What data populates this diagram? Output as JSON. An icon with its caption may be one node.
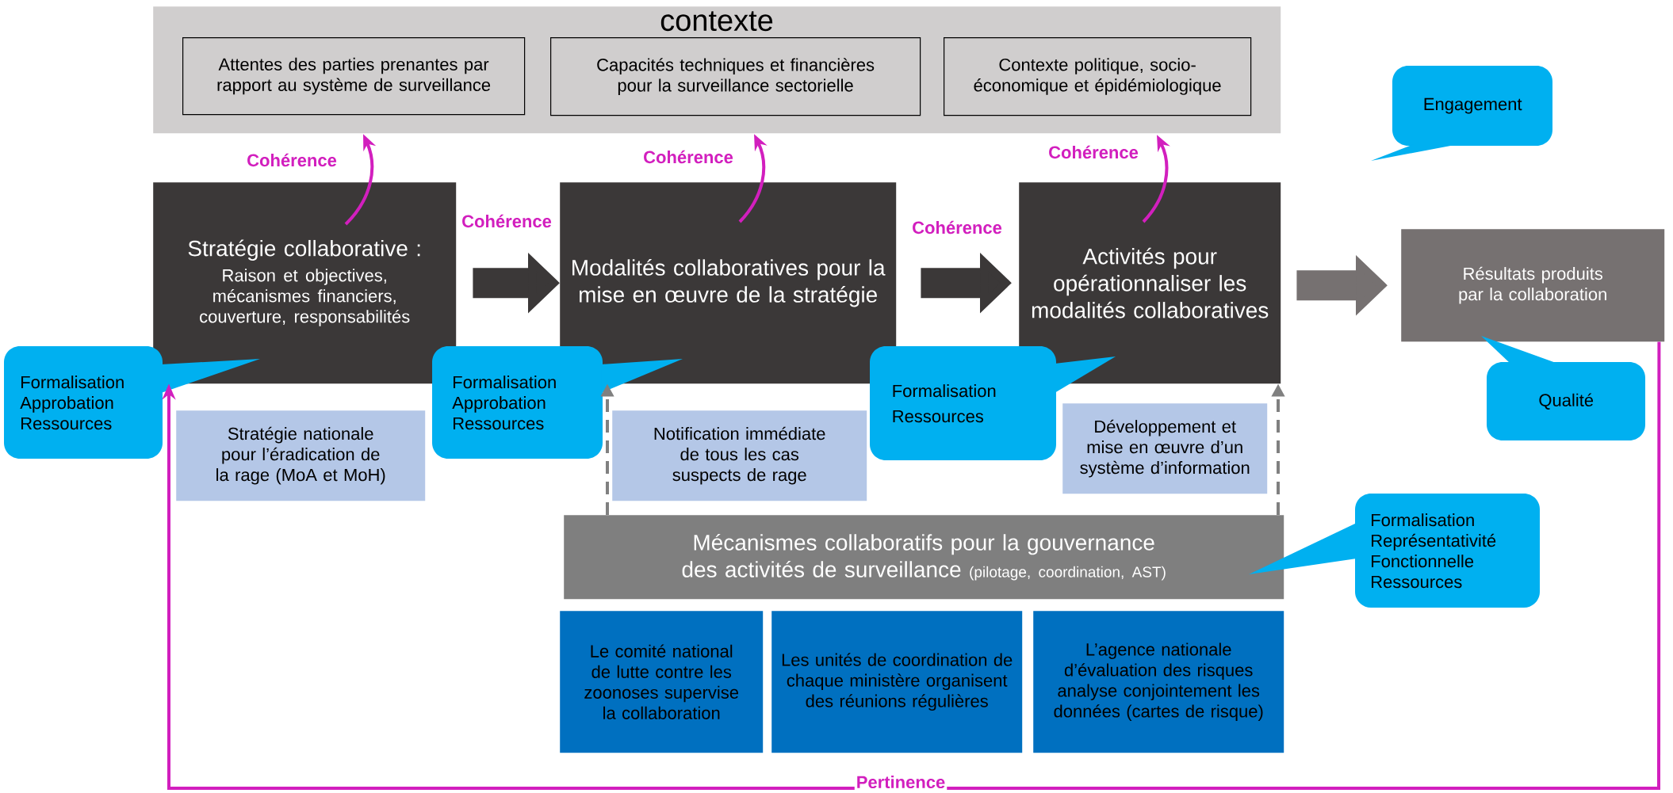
{
  "diagram": {
    "nodes": [
      {
        "text": [
          "contexte"
        ]
      },
      {
        "text": [
          "Attentes des parties prenantes par rapport au système de surveillance"
        ],
        "in": 0
      },
      {
        "text": [
          "Capacités techniques et financières pour la surveillance sectorielle"
        ],
        "in": 0
      },
      {
        "text": [
          "Contexte politique, socio-économique et épidémiologique"
        ],
        "in": 0
      },
      {
        "text": [
          "Stratégie collaborative :",
          "Raison et objectives, mécanismes financiers, couverture, responsabilités"
        ]
      },
      {
        "text": [
          "Modalités collaboratives pour la mise en œuvre de la stratégie"
        ]
      },
      {
        "text": [
          "Activités pour opérationnaliser les modalités collaboratives"
        ]
      },
      {
        "text": [
          "Engagement"
        ]
      },
      {
        "text": [
          "Résultats produits par la collaboration"
        ]
      },
      {
        "text": [
          "Formalisation Approbation Ressources"
        ]
      },
      {
        "text": [
          "Stratégie nationale pour l’éradication de la rage (MoA et MoH)"
        ]
      },
      {
        "text": [
          "Formalisation Approbation Ressources"
        ]
      },
      {
        "text": [
          "Notification immédiate de tous les cas suspects de rage"
        ]
      },
      {
        "text": [
          "Formalisation",
          "Ressources"
        ]
      },
      {
        "text": [
          "Développement et mise en œuvre d’un système d’information"
        ]
      },
      {
        "text": [
          "Qualité"
        ]
      },
      {
        "text": [
          "Mécanismes collaboratifs pour la gouvernance des activités de surveillance",
          "(pilotage, coordination, AST)"
        ]
      },
      {
        "text": [
          "Formalisation Représentativité Fonctionnelle Ressources"
        ]
      },
      {
        "text": [
          "Le comité national de lutte contre les zoonoses supervise la collaboration"
        ]
      },
      {
        "text": [
          "Les unités de coordination de chaque ministère organisent des réunions régulières"
        ]
      },
      {
        "text": [
          "L’agence nationale d’évaluation des risques analyse conjointement les données (cartes de risque)"
        ]
      }
    ],
    "edges": [
      {
        "from": 4,
        "to": 1,
        "arrow": "to",
        "label": "Cohérence"
      },
      {
        "from": 4,
        "to": 5,
        "arrow": "to",
        "label": "Cohérence",
        "style": "thick",
        "color": "#3b3838"
      },
      {
        "from": 5,
        "to": 2,
        "arrow": "to",
        "label": "Cohérence"
      },
      {
        "from": 5,
        "to": 6,
        "arrow": "to",
        "label": "Cohérence",
        "style": "thick",
        "color": "#3b3838"
      },
      {
        "from": 6,
        "to": 3,
        "arrow": "to",
        "label": "Cohérence"
      },
      {
        "from": 6,
        "to": 8,
        "arrow": "to",
        "style": "thick",
        "color": "#767171"
      },
      {
        "from": 8,
        "to": 4,
        "arrow": "to",
        "label": "Pertinence"
      },
      {
        "from": 16,
        "to": 5,
        "arrow": "to",
        "style": "dashed",
        "color": "#808080"
      },
      {
        "from": 16,
        "to": 6,
        "arrow": "to",
        "style": "dashed",
        "color": "#808080"
      }
    ]
  }
}
